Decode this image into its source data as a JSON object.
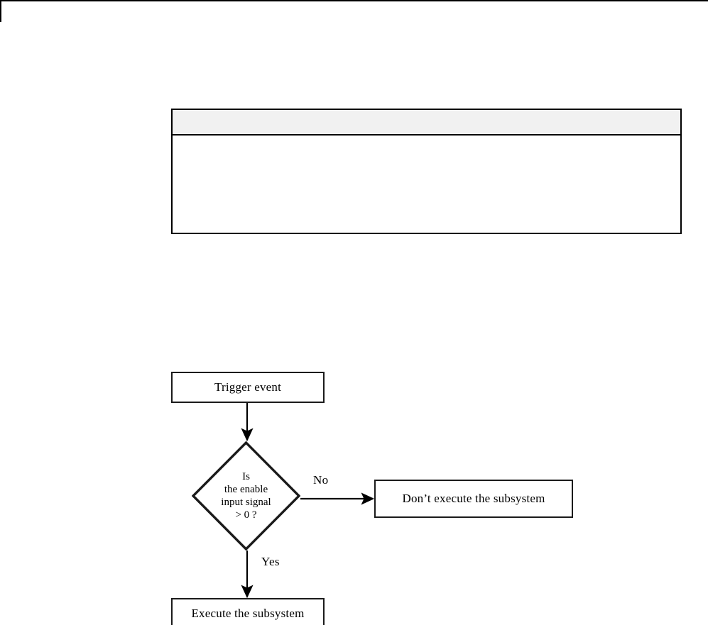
{
  "page": {
    "background_color": "#ffffff",
    "rule_color": "#000000"
  },
  "table": {
    "header_background": "#f1f1f1",
    "border_color": "#000000",
    "headers": [
      ""
    ],
    "rows": [
      [
        ""
      ],
      [
        ""
      ],
      [
        ""
      ],
      [
        ""
      ],
      [
        ""
      ]
    ]
  },
  "flowchart": {
    "title": "",
    "node_border_color": "#1a1a1a",
    "node_fill_color": "#ffffff",
    "nodes": {
      "trigger": {
        "label": "Trigger event",
        "shape": "rectangle"
      },
      "decision": {
        "shape": "diamond",
        "lines": [
          "Is",
          "the enable",
          "input signal",
          "> 0 ?"
        ]
      },
      "dont_execute": {
        "label": "Don’t execute the subsystem",
        "shape": "rectangle"
      },
      "execute": {
        "label": "Execute the subsystem",
        "shape": "rectangle"
      }
    },
    "edges": [
      {
        "from": "trigger",
        "to": "decision",
        "label": ""
      },
      {
        "from": "decision",
        "to": "dont_execute",
        "label": "No"
      },
      {
        "from": "decision",
        "to": "execute",
        "label": "Yes"
      }
    ],
    "edge_labels": {
      "no": "No",
      "yes": "Yes"
    }
  }
}
